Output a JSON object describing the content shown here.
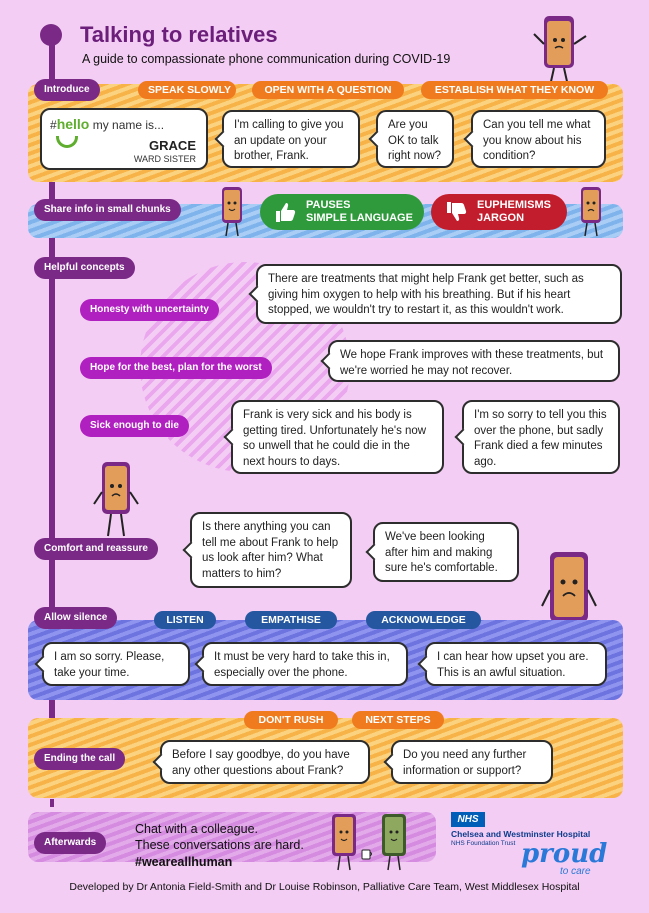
{
  "header": {
    "title": "Talking to relatives",
    "subtitle": "A guide to compassionate phone communication during COVID-19"
  },
  "introduce": {
    "tag": "Introduce",
    "pills": [
      "SPEAK SLOWLY",
      "OPEN WITH A QUESTION",
      "ESTABLISH WHAT THEY KNOW"
    ],
    "badge": {
      "prefix": "#",
      "hello": "hello",
      "rest": " my name is...",
      "name": "GRACE",
      "role": "WARD SISTER"
    },
    "bubbles": [
      "I'm calling to give you an update on your brother, Frank.",
      "Are you OK to talk right now?",
      "Can you tell me what you know about his condition?"
    ]
  },
  "share": {
    "tag": "Share info in small chunks",
    "good": {
      "line1": "PAUSES",
      "line2": "SIMPLE LANGUAGE"
    },
    "bad": {
      "line1": "EUPHEMISMS",
      "line2": "JARGON"
    }
  },
  "concepts": {
    "tag": "Helpful concepts",
    "items": [
      {
        "tag": "Honesty with uncertainty",
        "text": "There are treatments that might help Frank get better, such as giving him oxygen to help with his breathing. But if his heart stopped, we wouldn't try to restart it, as this wouldn't work."
      },
      {
        "tag": "Hope for the best, plan for the worst",
        "text": "We hope Frank improves with these treatments, but we're worried he may not recover."
      },
      {
        "tag": "Sick enough to die",
        "text": "Frank is very sick and his body is getting tired. Unfortunately he's now so unwell that he could die in the next hours to days.",
        "text2": "I'm so sorry to tell you this over the phone, but sadly Frank died a few minutes ago."
      }
    ]
  },
  "comfort": {
    "tag": "Comfort and reassure",
    "bubbles": [
      "Is there anything you can tell me about Frank to help us look after him? What matters to him?",
      "We've been looking after him and making sure he's comfortable."
    ]
  },
  "silence": {
    "tag": "Allow silence",
    "pills": [
      "LISTEN",
      "EMPATHISE",
      "ACKNOWLEDGE"
    ],
    "bubbles": [
      "I am so sorry. Please, take your time.",
      "It must be very hard to take this in, especially over the phone.",
      "I can hear how upset you are. This is an awful situation."
    ]
  },
  "ending": {
    "tag": "Ending the call",
    "pills": [
      "DON'T RUSH",
      "NEXT STEPS"
    ],
    "bubbles": [
      "Before I say goodbye, do you have any other questions about Frank?",
      "Do you need any further information or support?"
    ]
  },
  "afterwards": {
    "tag": "Afterwards",
    "line1": "Chat with a colleague.",
    "line2": "These conversations are hard.",
    "hashtag": "#weareallhuman"
  },
  "branding": {
    "nhs": "NHS",
    "hospital": "Chelsea and Westminster Hospital",
    "trust": "NHS Foundation Trust",
    "proud": "proud",
    "tocare": "to care"
  },
  "footer": "Developed by Dr Antonia Field-Smith and Dr Louise Robinson, Palliative Care Team, West Middlesex Hospital",
  "colors": {
    "background": "#f3cdf3",
    "purple": "#7a2a86",
    "magenta": "#b01fbf",
    "orange": "#f07a1e",
    "navy": "#2457a0",
    "green": "#2f9a3c",
    "red": "#c21d2c"
  },
  "icons": [
    "phone-character-icon",
    "thumbs-up-icon",
    "thumbs-down-icon",
    "hello-smile-icon",
    "coffee-cup-icon"
  ]
}
